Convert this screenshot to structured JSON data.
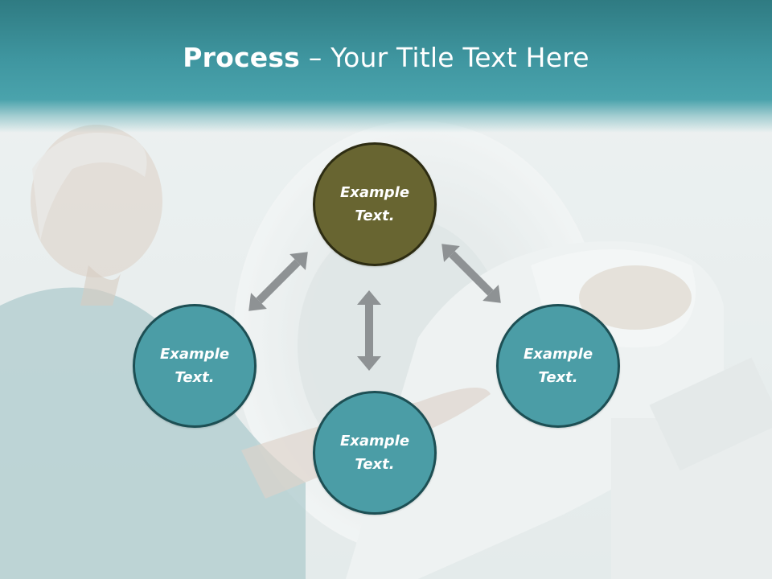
{
  "slide": {
    "title_bold": "Process",
    "title_rest": " – Your Title Text Here"
  },
  "nodes": {
    "top": "Example Text.",
    "left": "Example Text.",
    "right": "Example Text.",
    "bottom": "Example Text."
  },
  "colors": {
    "header_teal": "#3f96a0",
    "node_teal": "#4b9da6",
    "node_olive": "#686531",
    "arrow_gray": "#8e9294"
  }
}
